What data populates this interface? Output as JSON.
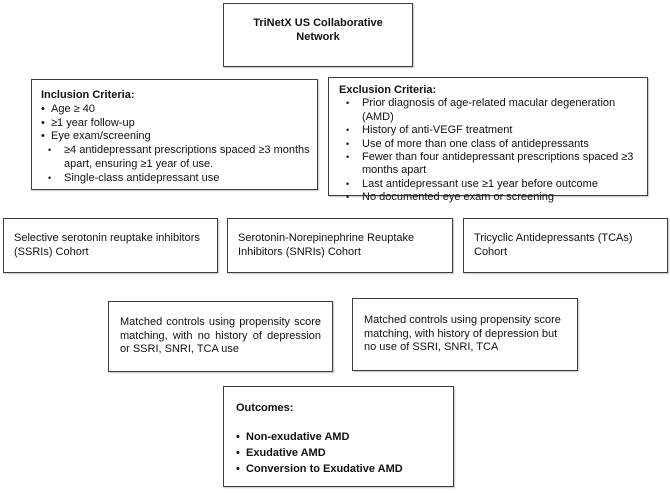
{
  "figure": {
    "network": {
      "label": "TriNetX US Collaborative Network"
    },
    "inclusion": {
      "title": "Inclusion Criteria:",
      "items": [
        "Age ≥ 40",
        "≥1 year follow-up",
        "Eye exam/screening",
        "≥4 antidepressant prescriptions spaced ≥3 months apart, ensuring ≥1 year of use.",
        "Single-class antidepressant use"
      ]
    },
    "exclusion": {
      "title": "Exclusion Criteria:",
      "items": [
        "Prior diagnosis of age-related macular degeneration (AMD)",
        "History of anti-VEGF treatment",
        "Use of more than one class of antidepressants",
        "Fewer than four antidepressant prescriptions spaced ≥3 months apart",
        "Last antidepressant use ≥1 year before outcome",
        "No documented eye exam or screening"
      ]
    },
    "cohorts": {
      "ssri": "Selective serotonin reuptake inhibitors (SSRIs) Cohort",
      "snri": "Serotonin-Norepinephrine Reuptake Inhibitors (SNRIs) Cohort",
      "tca": "Tricyclic Antidepressants (TCAs) Cohort"
    },
    "matched": {
      "no_depression": "Matched controls using propensity score matching, with no history of depression or SSRI, SNRI, TCA use",
      "with_depression": "Matched controls using propensity score matching, with history of depression but no use of SSRI, SNRI, TCA"
    },
    "outcomes": {
      "title": "Outcomes:",
      "items": [
        "Non-exudative AMD",
        "Exudative AMD",
        "Conversion to Exudative AMD"
      ]
    },
    "colors": {
      "box_border": "#3d3d3d",
      "box_background": "#ffffff",
      "page_background": "#ffffff",
      "text": "#111111"
    }
  }
}
